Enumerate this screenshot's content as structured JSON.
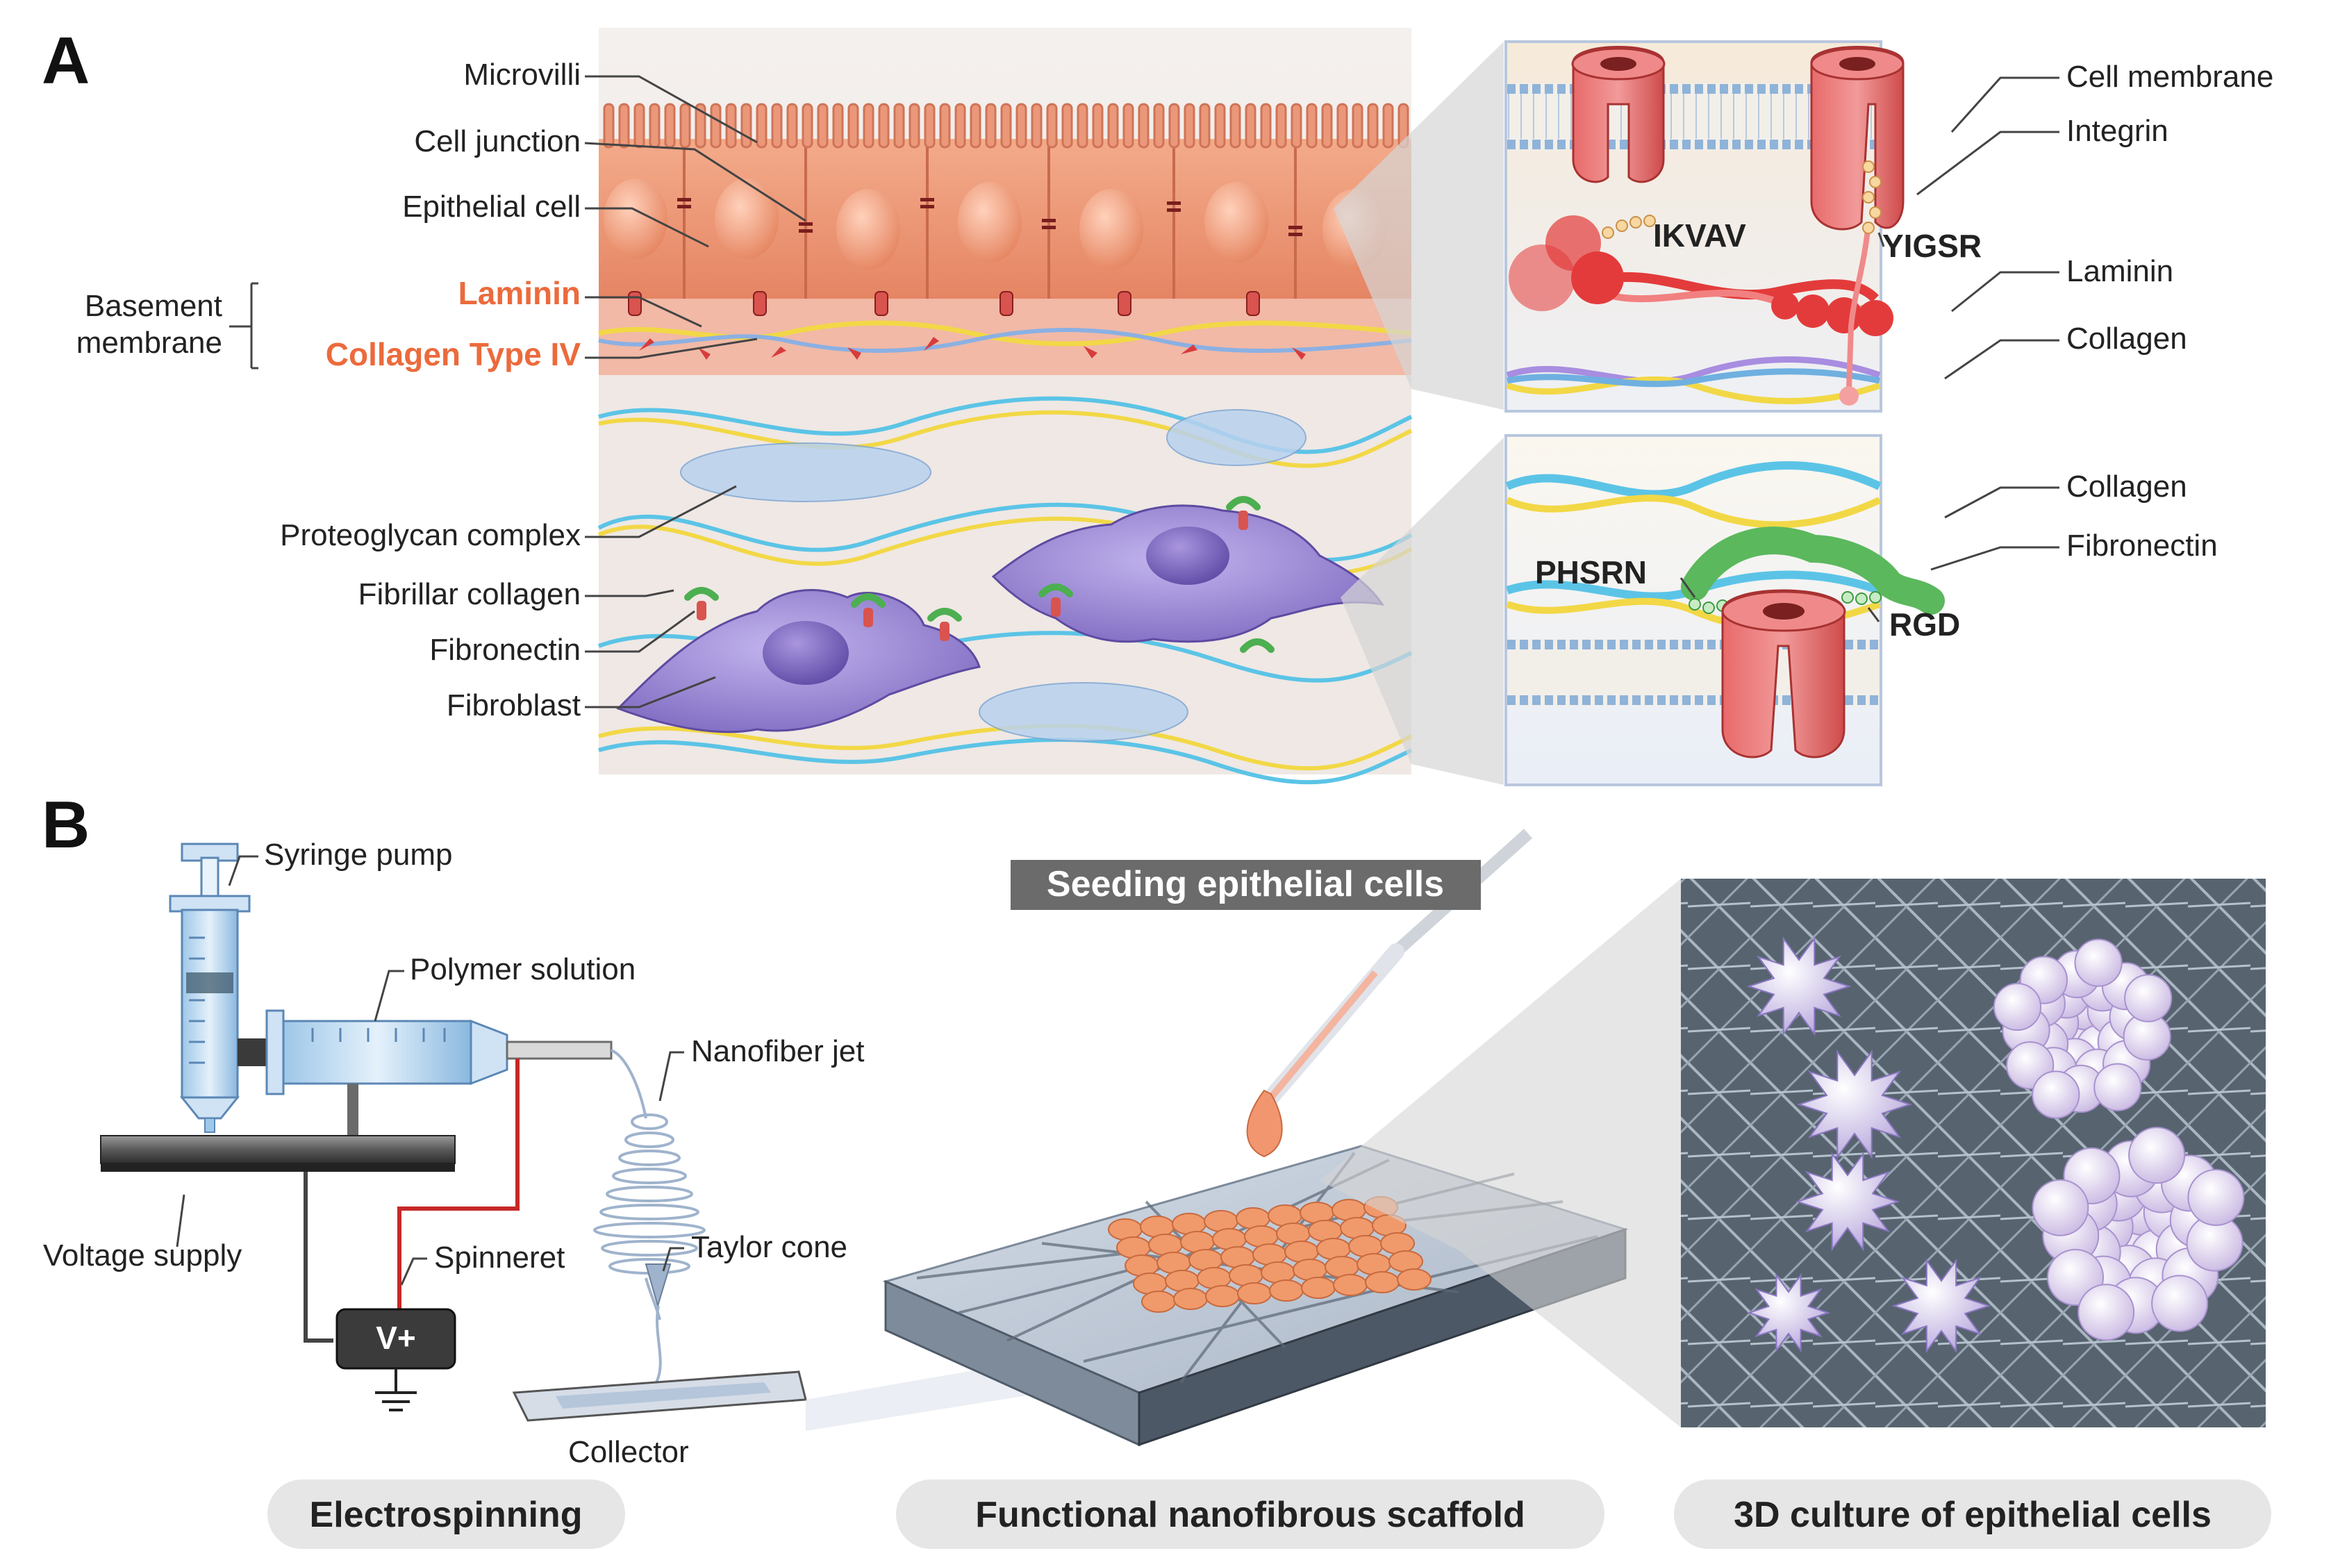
{
  "panels": {
    "a": "A",
    "b": "B"
  },
  "panel_a": {
    "left_labels": {
      "microvilli": "Microvilli",
      "cell_junction": "Cell junction",
      "epithelial_cell": "Epithelial cell",
      "basement_membrane_line1": "Basement",
      "basement_membrane_line2": "membrane",
      "laminin": "Laminin",
      "collagen_type_iv": "Collagen Type IV",
      "proteoglycan_complex": "Proteoglycan complex",
      "fibrillar_collagen": "Fibrillar collagen",
      "fibronectin": "Fibronectin",
      "fibroblast": "Fibroblast"
    },
    "top_inset": {
      "cell_membrane": "Cell membrane",
      "integrin": "Integrin",
      "laminin": "Laminin",
      "collagen": "Collagen",
      "ikvav": "IKVAV",
      "yigsr": "YIGSR"
    },
    "bottom_inset": {
      "collagen": "Collagen",
      "fibronectin": "Fibronectin",
      "phsrn": "PHSRN",
      "rgd": "RGD"
    },
    "colors": {
      "highlight_text": "#ec6a3c",
      "cell": "#eb9a78",
      "fibroblast": "#8f7ccc",
      "integrin": "#d9534f"
    }
  },
  "panel_b": {
    "electrospinning": {
      "syringe_pump": "Syringe pump",
      "polymer_solution": "Polymer solution",
      "nanofiber_jet": "Nanofiber jet",
      "voltage_supply": "Voltage supply",
      "spinneret": "Spinneret",
      "taylor_cone": "Taylor cone",
      "collector": "Collector",
      "vplus": "V+"
    },
    "seeding_banner": "Seeding epithelial cells",
    "pills": {
      "electrospinning": "Electrospinning",
      "scaffold": "Functional nanofibrous scaffold",
      "culture": "3D culture of epithelial cells"
    }
  }
}
